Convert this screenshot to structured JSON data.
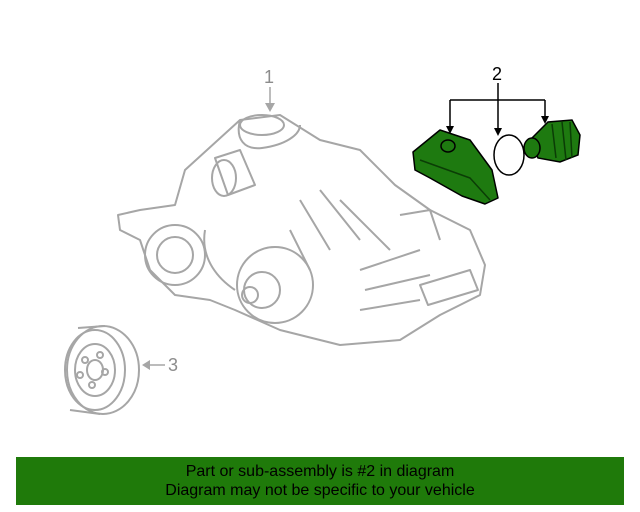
{
  "diagram": {
    "callouts": {
      "water_pump": "1",
      "thermostat_kit": "2",
      "pulley": "3"
    },
    "colors": {
      "highlight_parts": "#1e7a10",
      "outline_gray": "#a6a6a6",
      "outline_black": "#000000"
    }
  },
  "banner": {
    "line1": "Part or sub-assembly is #2 in diagram",
    "line2": "Diagram may not be specific to your vehicle",
    "background": "#1f7a0a"
  }
}
